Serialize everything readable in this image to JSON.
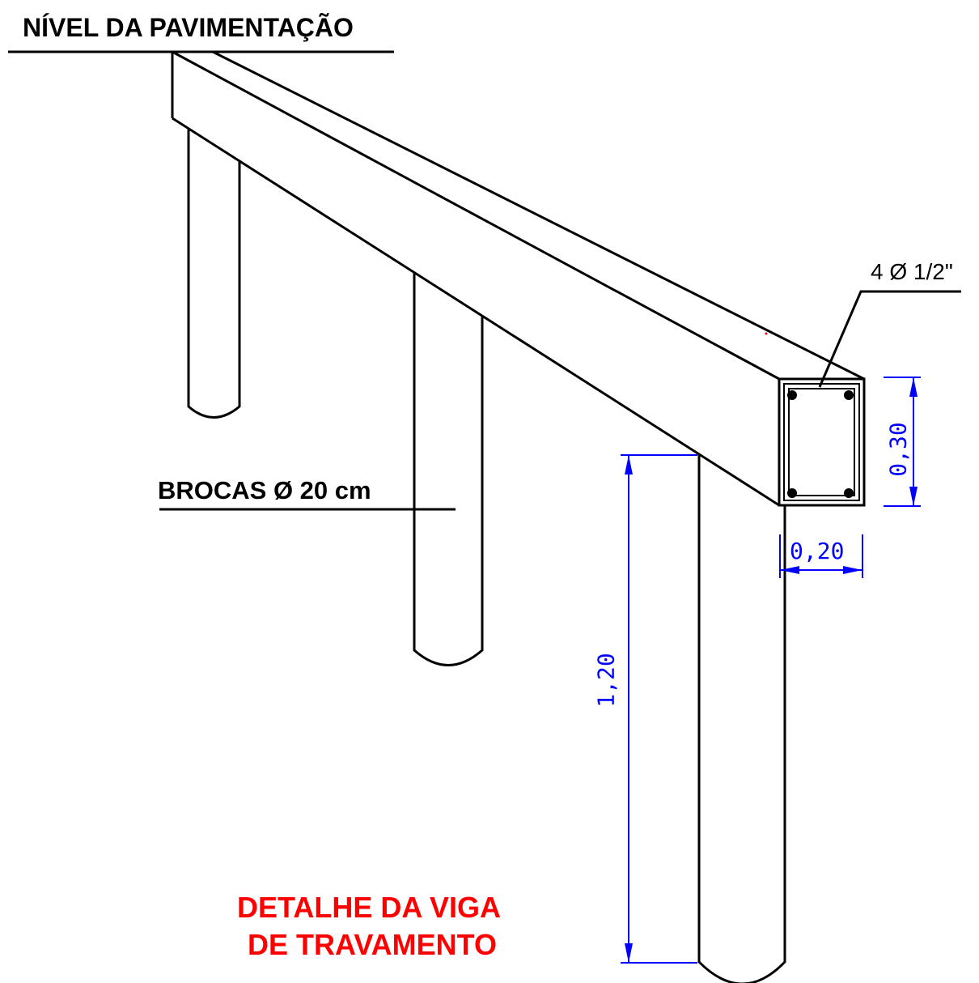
{
  "labels": {
    "pavement_level": "NÍVEL DA PAVIMENTAÇÃO",
    "piles": "BROCAS Ø 20 cm",
    "rebar": "4 Ø 1/2\"",
    "title_line1": "DETALHE DA VIGA",
    "title_line2": "DE TRAVAMENTO"
  },
  "dimensions": {
    "height": "0,30",
    "width": "0,20",
    "pile_length": "1,20"
  },
  "colors": {
    "line": "#000000",
    "dimension": "#0000ff",
    "title": "#ff0000"
  }
}
